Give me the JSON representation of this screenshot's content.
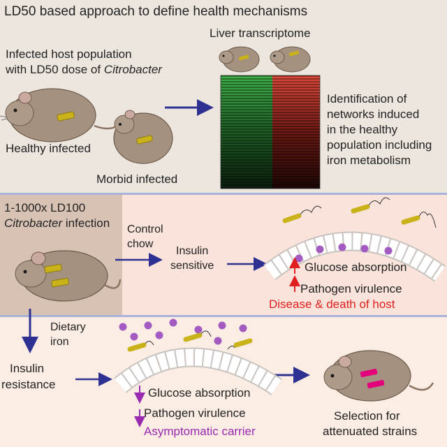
{
  "panel1": {
    "title": "LD50 based approach to define health mechanisms",
    "liver_label": "Liver transcriptome",
    "population_line1": "Infected host population",
    "population_line2_prefix": "with LD50 dose of ",
    "population_line2_italic": "Citrobacter",
    "healthy_label": "Healthy infected",
    "morbid_label": "Morbid infected",
    "networks_lines": [
      "Identification of",
      "networks induced",
      "in the healthy",
      "population including",
      "iron metabolism"
    ]
  },
  "panel2": {
    "dose_line1": "1-1000x LD100",
    "dose_line2_italic": "Citrobacter",
    "dose_line2_suffix": " infection",
    "control_line1": "Control",
    "control_line2": "chow",
    "insulin_line1": "Insulin",
    "insulin_line2": "sensitive",
    "glucose_label": "Glucose absorption",
    "virulence_label": "Pathogen virulence",
    "outcome_label": "Disease & death of host"
  },
  "panel3": {
    "dietary_line1": "Dietary",
    "dietary_line2": "iron",
    "insulin_line1": "Insulin",
    "insulin_line2": "resistance",
    "glucose_label": "Glucose absorption",
    "virulence_label": "Pathogen virulence",
    "outcome_label": "Asymptomatic carrier",
    "selection_line1": "Selection for",
    "selection_line2": "attenuated strains"
  },
  "colors": {
    "arrow_blue": "#2e3192",
    "red_text": "#e02020",
    "purple_text": "#9a2ab0",
    "bacteria_yellow": "#c9b21a",
    "bacteria_attenuated": "#e3007a",
    "iron_dot": "#a45bc1"
  },
  "icons": [
    "mouse-icon",
    "bacterium-icon",
    "heatmap-icon",
    "intestine-icon",
    "iron-dot-icon",
    "arrow-icon"
  ]
}
